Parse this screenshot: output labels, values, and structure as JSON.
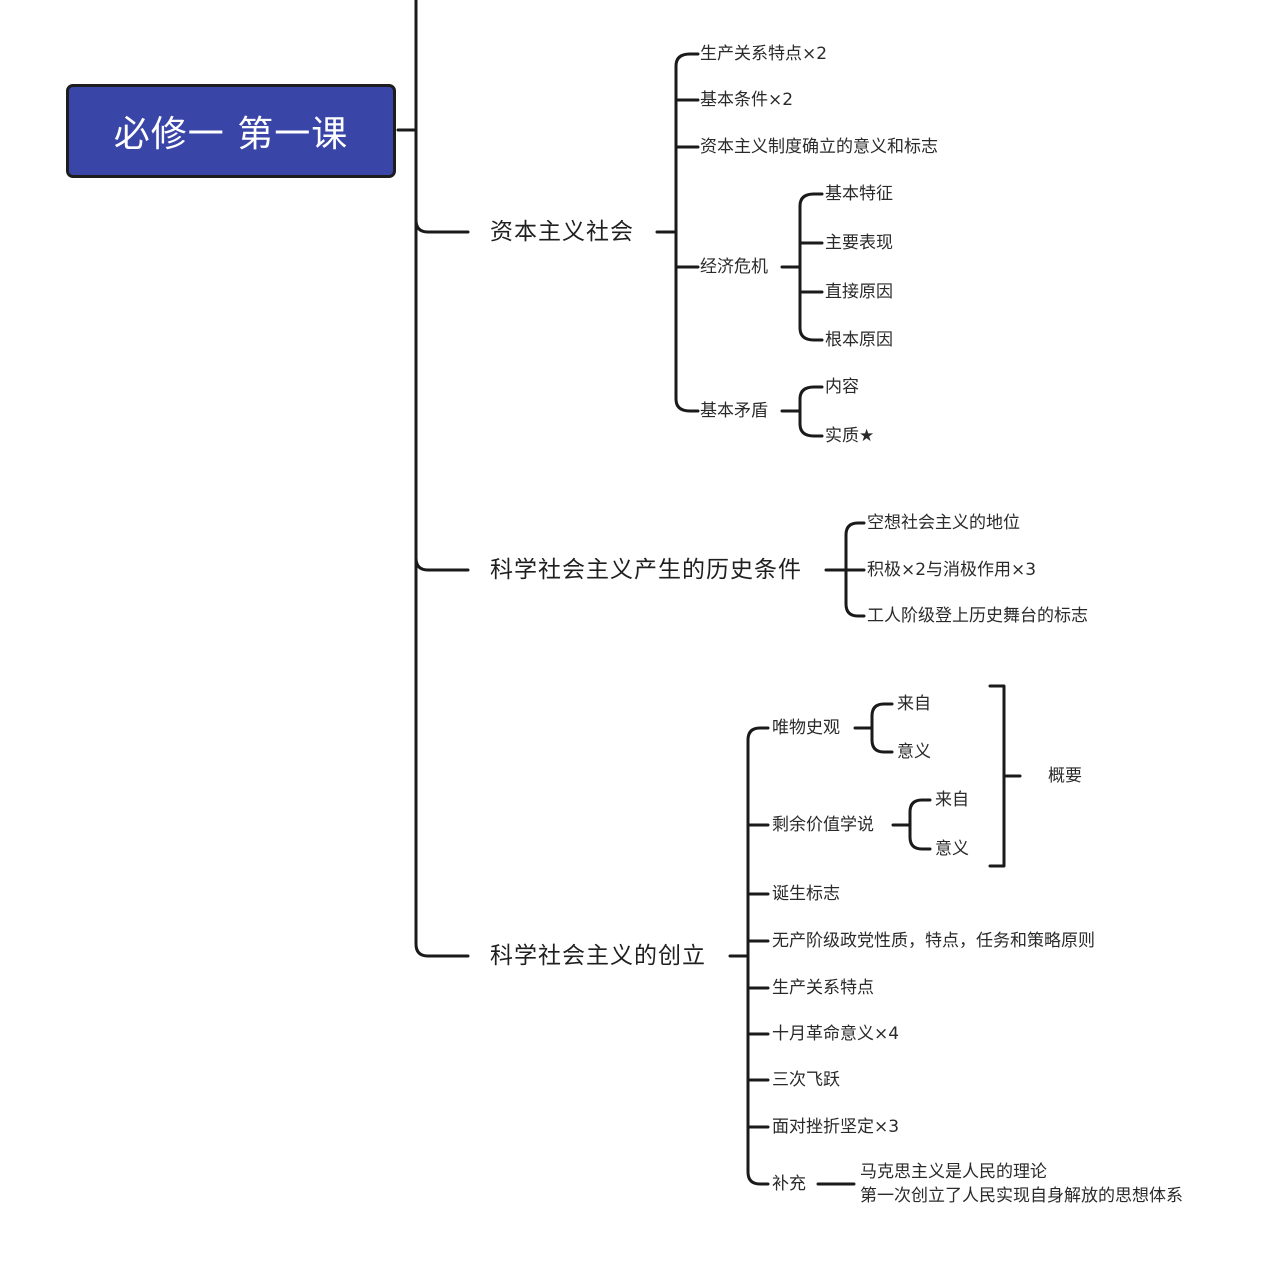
{
  "root": {
    "title": "必修一 第一课"
  },
  "sections": [
    {
      "label": "资本主义社会",
      "children": [
        {
          "label": "生产关系特点×2"
        },
        {
          "label": "基本条件×2"
        },
        {
          "label": "资本主义制度确立的意义和标志"
        },
        {
          "label": "经济危机",
          "children": [
            "基本特征",
            "主要表现",
            "直接原因",
            "根本原因"
          ]
        },
        {
          "label": "基本矛盾",
          "children": [
            "内容",
            "实质★"
          ]
        }
      ]
    },
    {
      "label": "科学社会主义产生的历史条件",
      "children": [
        {
          "label": "空想社会主义的地位"
        },
        {
          "label": "积极×2与消极作用×3"
        },
        {
          "label": "工人阶级登上历史舞台的标志"
        }
      ]
    },
    {
      "label": "科学社会主义的创立",
      "children": [
        {
          "label": "唯物史观",
          "children": [
            "来自",
            "意义"
          ]
        },
        {
          "label": "剩余价值学说",
          "children": [
            "来自",
            "意义"
          ]
        },
        {
          "label": "诞生标志"
        },
        {
          "label": "无产阶级政党性质，特点，任务和策略原则"
        },
        {
          "label": "生产关系特点"
        },
        {
          "label": "十月革命意义×4"
        },
        {
          "label": "三次飞跃"
        },
        {
          "label": "面对挫折坚定×3"
        },
        {
          "label": "补充",
          "note": [
            "马克思主义是人民的理论",
            "第一次创立了人民实现自身解放的思想体系"
          ]
        }
      ],
      "bracket_label": "概要"
    }
  ],
  "colors": {
    "root_fill": "#3a45a8",
    "line": "#1a1a1a",
    "text": "#222222"
  }
}
